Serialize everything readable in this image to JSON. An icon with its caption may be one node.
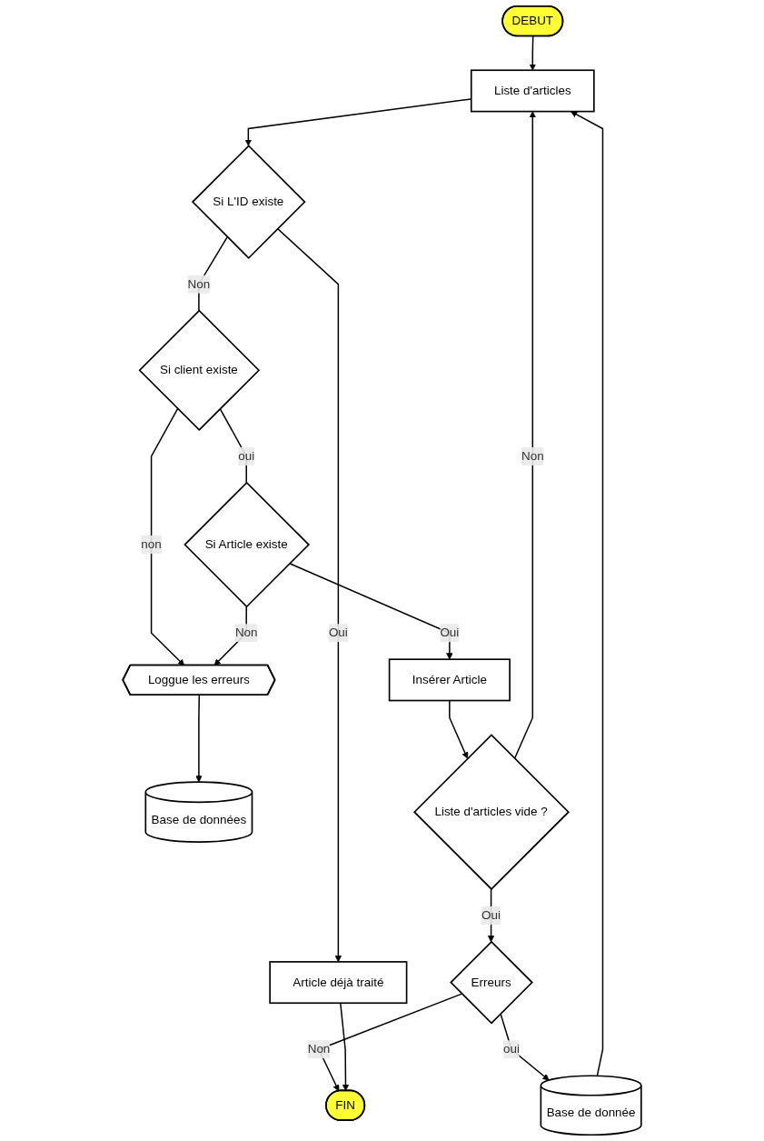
{
  "diagram": {
    "nodes": [
      {
        "text": [
          "DEBUT"
        ]
      },
      {
        "text": [
          "Liste d'articles"
        ]
      },
      {
        "text": [
          "Si L'ID existe"
        ]
      },
      {
        "text": [
          "Article déjà traité"
        ]
      },
      {
        "text": [
          "Loggue les erreurs"
        ]
      },
      {
        "text": [
          "Base de données"
        ]
      },
      {
        "text": [
          "Si client existe"
        ]
      },
      {
        "text": [
          "Si Article existe"
        ]
      },
      {
        "text": [
          "Insérer Article"
        ]
      },
      {
        "text": [
          "Liste d'articles vide ?"
        ]
      },
      {
        "text": [
          "Erreurs"
        ]
      },
      {
        "text": [
          "Base de donnée"
        ]
      },
      {
        "text": [
          "FIN"
        ]
      }
    ],
    "edges": [
      {
        "from": 0,
        "to": 1,
        "arrow": "to"
      },
      {
        "from": 1,
        "to": 2,
        "arrow": "to"
      },
      {
        "from": 2,
        "to": 3,
        "arrow": "to",
        "label": "Oui"
      },
      {
        "from": 2,
        "to": 6,
        "arrow": "none",
        "label": "Non"
      },
      {
        "from": 6,
        "to": 4,
        "arrow": "to",
        "label": "non"
      },
      {
        "from": 4,
        "to": 5,
        "arrow": "to"
      },
      {
        "from": 6,
        "to": 7,
        "arrow": "none",
        "label": "oui"
      },
      {
        "from": 7,
        "to": 4,
        "arrow": "to",
        "label": "Non"
      },
      {
        "from": 7,
        "to": 8,
        "arrow": "to",
        "label": "Oui"
      },
      {
        "from": 8,
        "to": 9,
        "arrow": "to"
      },
      {
        "from": 9,
        "to": 10,
        "arrow": "to",
        "label": "Oui"
      },
      {
        "from": 9,
        "to": 1,
        "arrow": "to",
        "label": "Non"
      },
      {
        "from": 10,
        "to": 11,
        "arrow": "to",
        "label": "oui"
      },
      {
        "from": 11,
        "to": 1,
        "arrow": "to"
      },
      {
        "from": 10,
        "to": 12,
        "arrow": "to",
        "label": "Non"
      },
      {
        "from": 3,
        "to": 12,
        "arrow": "to"
      }
    ]
  }
}
